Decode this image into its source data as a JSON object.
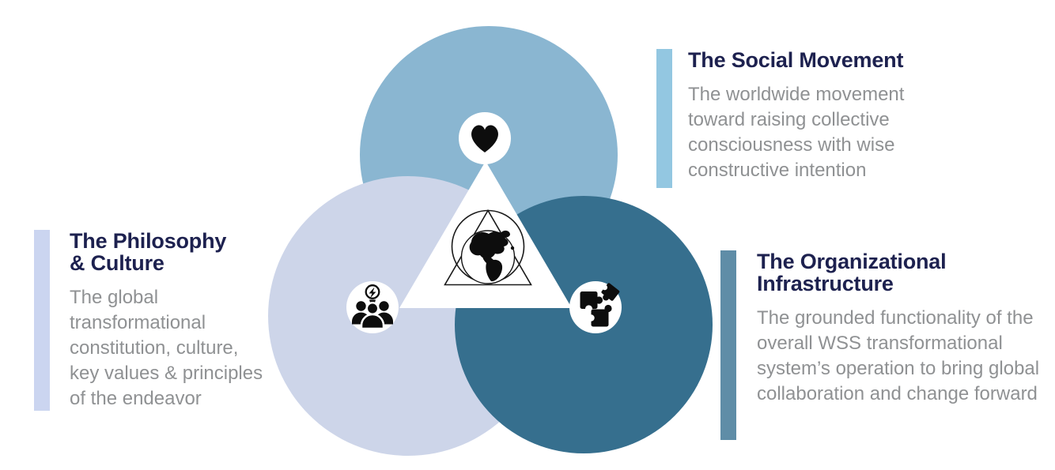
{
  "palette": {
    "circle_social": "#8AB6D1",
    "circle_philosophy": "#CDD5E9",
    "circle_org": "#366F8E",
    "bar_social": "#93C7E1",
    "bar_philosophy": "#CBD5F0",
    "bar_org": "#5F8DA7",
    "title_color": "#1D214F",
    "body_color": "#8F9193",
    "icon_color": "#0D0D0D",
    "badge_bg": "#FFFFFF"
  },
  "sections": {
    "social": {
      "title": "The Social Movement",
      "description": "The worldwide movement\ntoward raising collective\nconsciousness with wise\nconstructive intention",
      "icon": "heart-icon"
    },
    "philosophy": {
      "title": "The Philosophy\n& Culture",
      "description": "The global\ntransformational\nconstitution, culture,\nkey values & principles\nof the endeavor",
      "icon": "people-idea-icon"
    },
    "organizational": {
      "title": "The Organizational\nInfrastructure",
      "description": "The grounded functionality of the\noverall WSS transformational\nsystem’s operation to bring global\ncollaboration and change forward",
      "icon": "puzzle-icon"
    },
    "center": {
      "icon": "globe-triangle-emblem"
    }
  }
}
